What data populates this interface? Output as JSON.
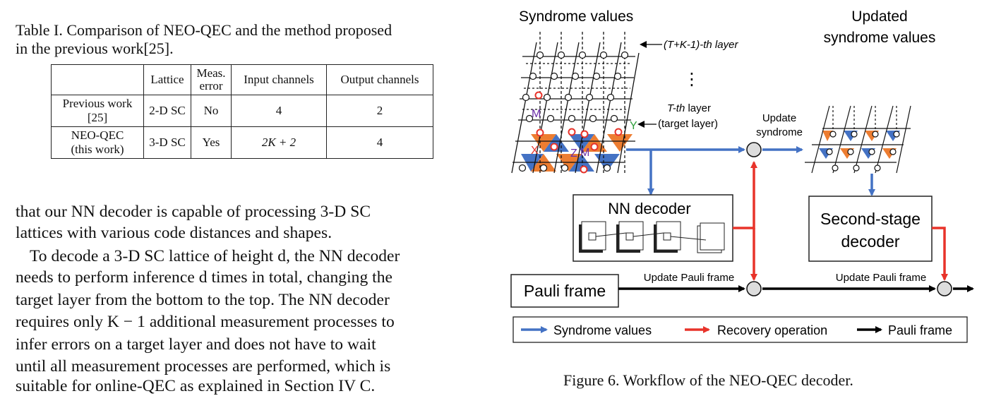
{
  "table": {
    "caption": [
      "Table I. Comparison of NEO-QEC and the method proposed",
      "in the previous work[25]."
    ],
    "headers": [
      "",
      "Lattice",
      "Meas.",
      "error",
      "Input channels",
      "Output channels"
    ],
    "rows": [
      {
        "method": [
          "Previous work",
          "[25]"
        ],
        "lattice": "2-D SC",
        "meas_error": "No",
        "input": "4",
        "output": "2"
      },
      {
        "method": [
          "NEO-QEC",
          "(this work)"
        ],
        "lattice": "3-D SC",
        "meas_error": "Yes",
        "input": "2K + 2",
        "output": "4"
      }
    ]
  },
  "body_text": [
    "that our NN decoder is capable of processing 3-D SC",
    "lattices with various code distances and shapes.",
    "To decode a 3-D SC lattice of height d, the NN decoder",
    "needs to perform inference d times in total, changing the",
    "target layer from the bottom to the top.  The NN decoder",
    "requires only K − 1 additional measurement processes to",
    "infer errors on a target layer and does not have to wait",
    "until all measurement processes are performed, which is",
    "suitable for online-QEC as explained in Section IV C."
  ],
  "figure": {
    "caption": "Figure 6. Workflow of the NEO-QEC decoder.",
    "labels": {
      "syndrome_values": "Syndrome values",
      "updated_1": "Updated",
      "updated_2": "syndrome values",
      "top_layer": "(T+K-1)-th layer",
      "dots": "⋮",
      "target_layer_1a": "T-th",
      "target_layer_1b": " layer",
      "target_layer_2": "(target layer)",
      "update_syndrome_1": "Update",
      "update_syndrome_2": "syndrome",
      "nn_decoder": "NN decoder",
      "second_stage_1": "Second-stage",
      "second_stage_2": "decoder",
      "pauli_frame_box": "Pauli frame",
      "update_pauli_1": "Update Pauli frame",
      "update_pauli_2": "Update Pauli frame",
      "error_x": "X",
      "error_y": "Y",
      "error_z": "Z",
      "error_m1": "M",
      "error_m2": "M"
    },
    "legend": [
      {
        "label": "Syndrome values",
        "color": "#4472c4"
      },
      {
        "label": "Recovery operation",
        "color": "#e8332a"
      },
      {
        "label": "Pauli frame",
        "color": "#000000"
      }
    ],
    "colors": {
      "syndrome_arrow": "#4472c4",
      "recovery_arrow": "#e8332a",
      "pauli_arrow": "#000000",
      "x_face": "#ed7d31",
      "z_face": "#4472c4"
    }
  }
}
